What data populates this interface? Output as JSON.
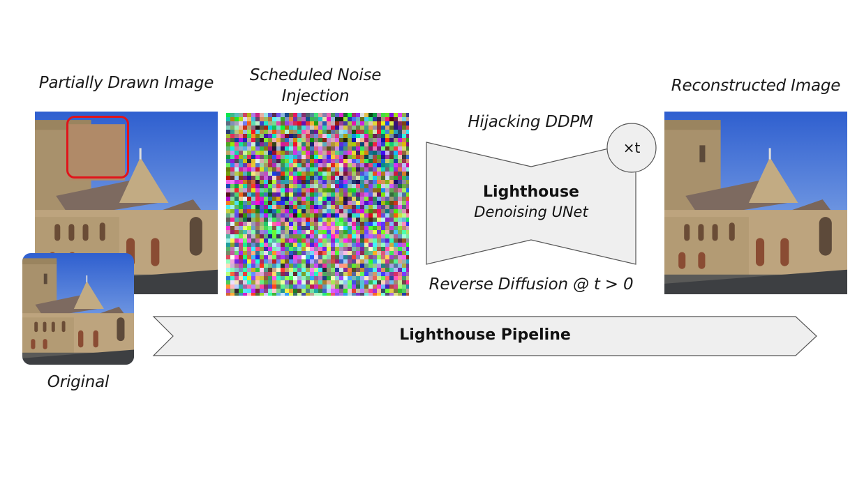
{
  "labels": {
    "partially_drawn": "Partially Drawn Image",
    "noise_injection": "Scheduled Noise Injection",
    "hijacking": "Hijacking DDPM",
    "reconstructed": "Reconstructed Image",
    "original": "Original",
    "unet_title": "Lighthouse",
    "unet_subtitle": "Denoising UNet",
    "times": "×t",
    "reverse_diffusion": "Reverse Diffusion @ t > 0",
    "pipeline": "Lighthouse Pipeline"
  },
  "colors": {
    "sky": "#3f6fd6",
    "stone": "#b9a27c",
    "roof": "#7d6a60",
    "edit_patch": "#b08a68",
    "edit_box": "#e0141b",
    "shape_fill": "#efefef",
    "shape_stroke": "#555555"
  }
}
